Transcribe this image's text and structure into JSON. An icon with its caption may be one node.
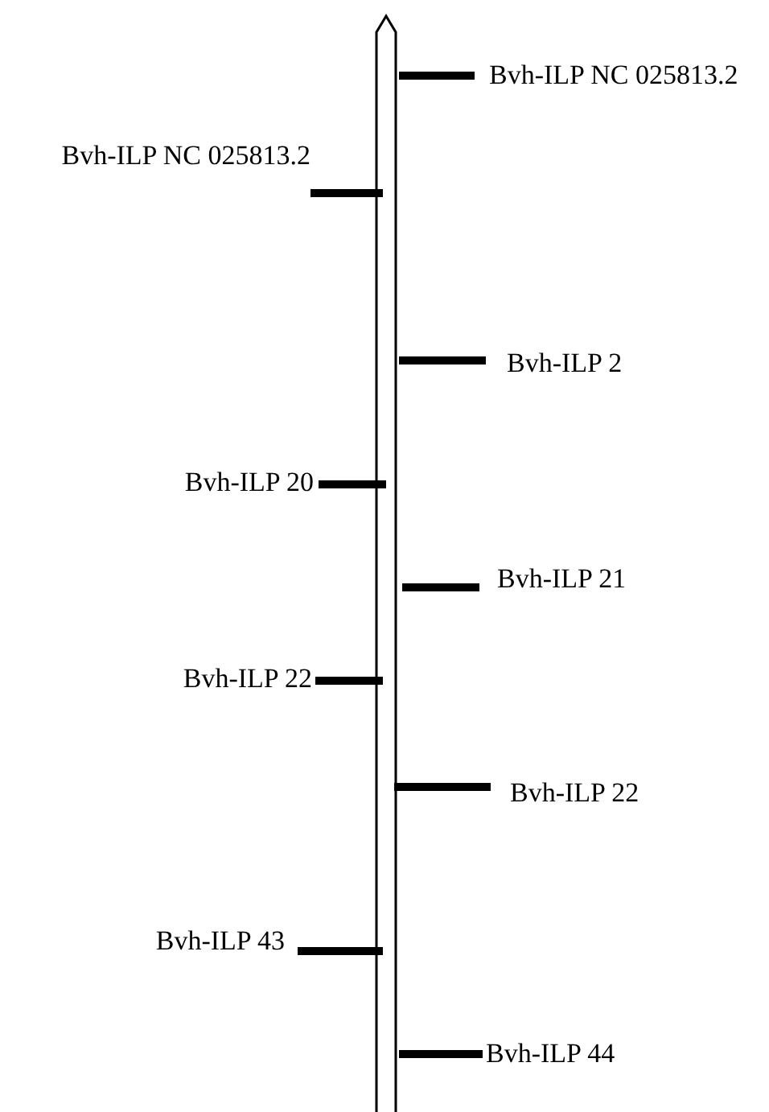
{
  "diagram": {
    "nodes": [
      {
        "text": [],
        "shape": "bar"
      }
    ],
    "labels": [
      "Bvh-ILP NC 025813.2",
      "Bvh-ILP NC 025813.2",
      "Bvh-ILP 2",
      "Bvh-ILP 20",
      "Bvh-ILP 21",
      "Bvh-ILP 22",
      "Bvh-ILP 22",
      "Bvh-ILP 43",
      "Bvh-ILP 44"
    ]
  }
}
